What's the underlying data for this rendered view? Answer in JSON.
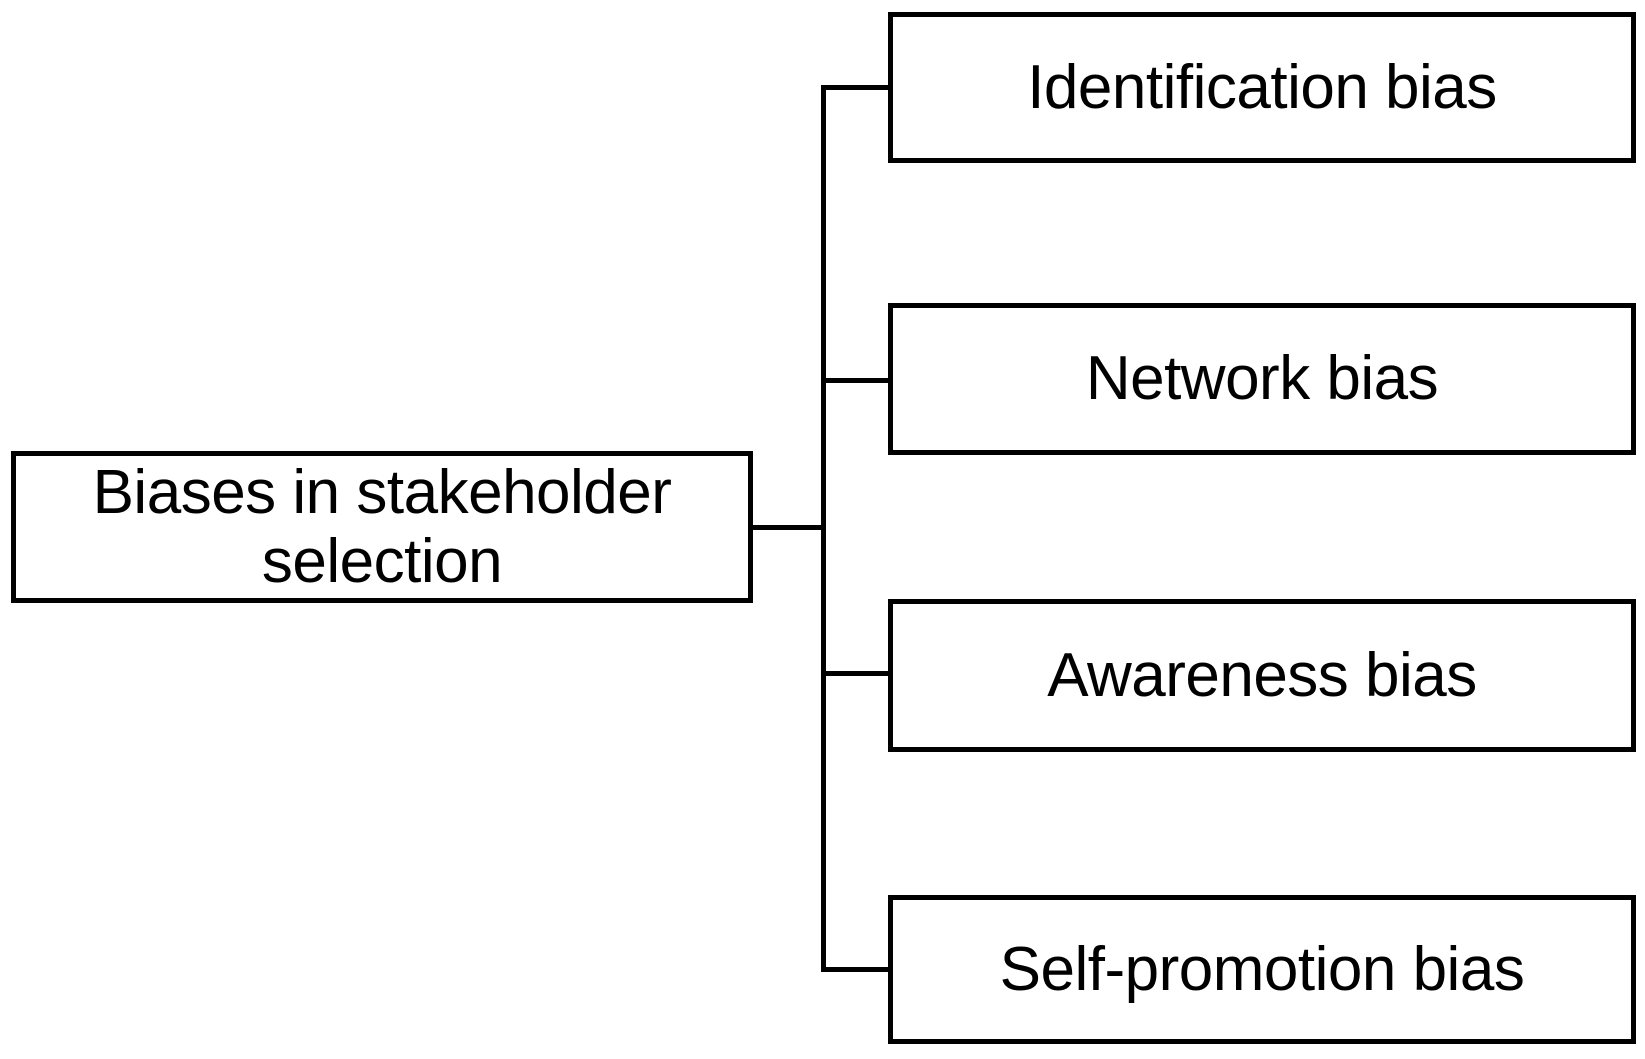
{
  "diagram": {
    "type": "tree-hierarchy",
    "orientation": "left-to-right",
    "title": "Biases in stakeholder selection",
    "colors": {
      "background": "#ffffff",
      "box_fill": "#ffffff",
      "box_border": "#000000",
      "connector": "#000000",
      "text": "#000000"
    },
    "root": {
      "label": "Biases in stakeholder selection",
      "line1": "Biases in stakeholder",
      "line2": "selection"
    },
    "children": [
      {
        "label": "Identification bias"
      },
      {
        "label": "Network bias"
      },
      {
        "label": "Awareness bias"
      },
      {
        "label": "Self-promotion bias"
      }
    ]
  }
}
